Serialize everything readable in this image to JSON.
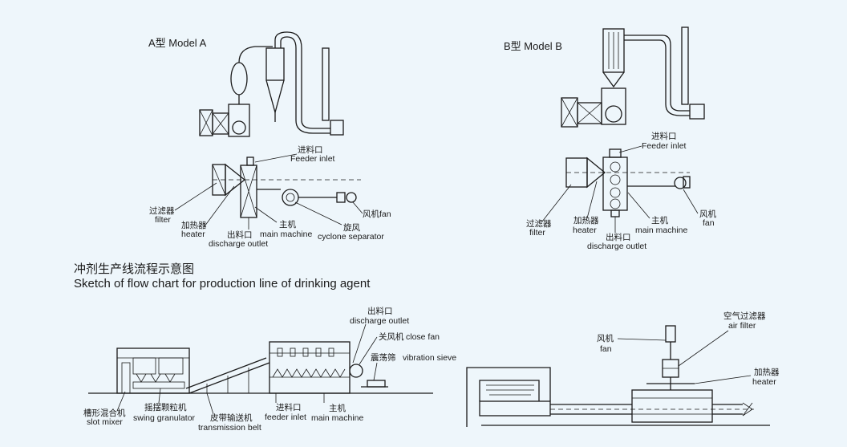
{
  "titles": {
    "model_a": "A型 Model A",
    "model_b": "B型 Model B",
    "section_cn": "冲剂生产线流程示意图",
    "section_en": "Sketch of flow chart for production line of drinking agent"
  },
  "model_a": {
    "feeder_inlet_cn": "进料口",
    "feeder_inlet_en": "Feeder inlet",
    "filter_cn": "过滤器",
    "filter_en": "filter",
    "heater_cn": "加热器",
    "heater_en": "heater",
    "outlet_cn": "出料口",
    "outlet_en": "discharge outlet",
    "main_cn": "主机",
    "main_en": "main machine",
    "cyclone_cn": "旋风",
    "cyclone_en": "cyclone separator",
    "fan_label": "风机fan"
  },
  "model_b": {
    "feeder_inlet_cn": "进料口",
    "feeder_inlet_en": "Feeder inlet",
    "filter_cn": "过滤器",
    "filter_en": "filter",
    "heater_cn": "加热器",
    "heater_en": "heater",
    "outlet_cn": "出料口",
    "outlet_en": "discharge outlet",
    "main_cn": "主机",
    "main_en": "main machine",
    "fan_cn": "风机",
    "fan_en": "fan"
  },
  "line": {
    "outlet_cn": "出料口",
    "outlet_en": "discharge outlet",
    "close_fan_cn": "关风机",
    "close_fan_en": "close fan",
    "sieve_cn": "震荡筛",
    "sieve_en": "vibration sieve",
    "mixer_cn": "槽形混合机",
    "mixer_en": "slot mixer",
    "granulator_cn": "摇摆颗粒机",
    "granulator_en": "swing granulator",
    "belt_cn": "皮带输送机",
    "belt_en": "transmission belt",
    "feeder_cn": "进料口",
    "feeder_en": "feeder inlet",
    "main_cn": "主机",
    "main_en": "main machine"
  },
  "right": {
    "fan_cn": "风机",
    "fan_en": "fan",
    "airfilter_cn": "空气过滤器",
    "airfilter_en": "air filter",
    "heater_cn": "加热器",
    "heater_en": "heater"
  }
}
